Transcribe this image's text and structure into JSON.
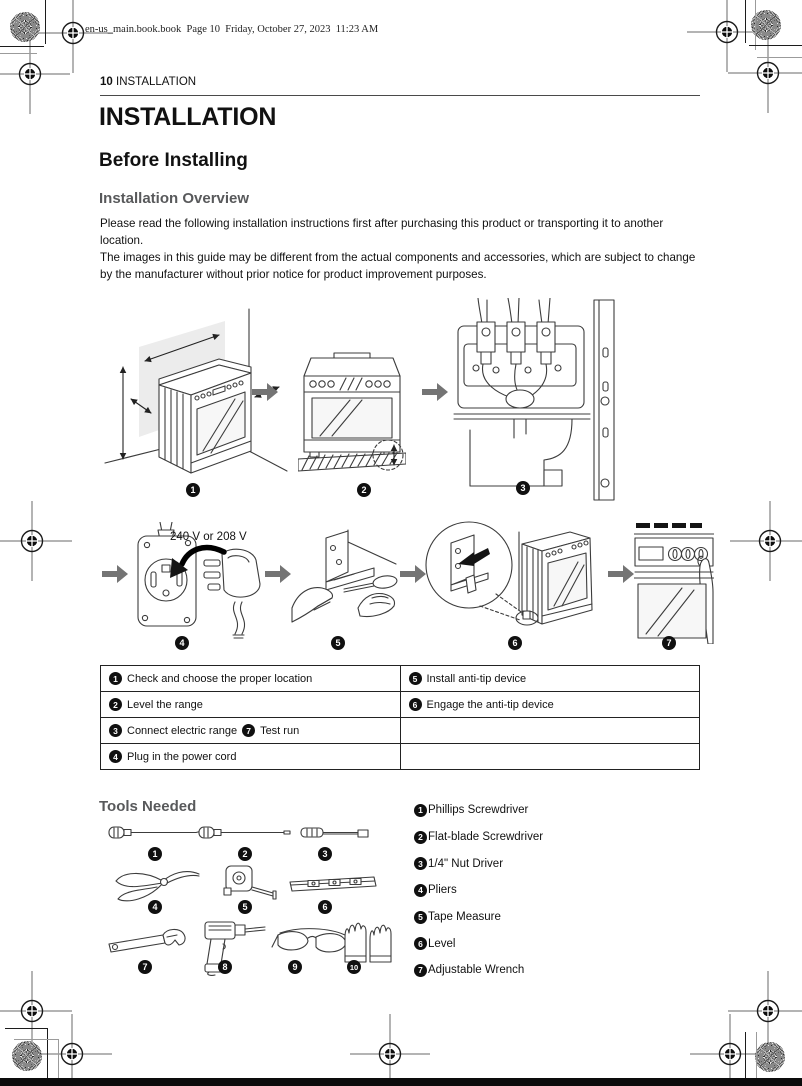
{
  "colors": {
    "heading_gray": "#58595b",
    "arrow_gray": "#747474",
    "badge_black": "#101010"
  },
  "print_header": {
    "text": "en-us_main.book.book  Page 10  Friday, October 27, 2023  11:23 AM"
  },
  "running_header": {
    "page_number": "10",
    "section": "INSTALLATION"
  },
  "content": {
    "title": "INSTALLATION",
    "section_heading": "Before Installing",
    "overview_heading": "Installation Overview",
    "paragraphs": [
      "Please read the following installation instructions first after purchasing this product or transporting it to another location.",
      "The images in this guide may be different from the actual components and accessories, which are subject to change by the manufacturer without prior notice for product improvement purposes."
    ]
  },
  "installation_steps": {
    "badges": [
      "1",
      "2",
      "3",
      "4",
      "5",
      "6",
      "7"
    ],
    "voltage_label": "240 V or 208 V"
  },
  "steps_table": {
    "rows": [
      {
        "left_num": "1",
        "left_text": "Check and choose the proper location",
        "right_num": "5",
        "right_text": "Install anti-tip device"
      },
      {
        "left_num": "2",
        "left_text": "Level the range",
        "right_num": "6",
        "right_text": "Engage the anti-tip device"
      },
      {
        "left_num": "3",
        "left_text": "Connect electric range",
        "left_num2": "7",
        "left_text2": "Test run"
      },
      {
        "left_num": "4",
        "left_text": "Plug in the power cord"
      }
    ]
  },
  "tools": {
    "heading": "Tools Needed",
    "icon_badges": [
      "1",
      "2",
      "3",
      "4",
      "5",
      "6",
      "7",
      "8",
      "9",
      "10"
    ],
    "list": [
      {
        "num": "1",
        "label": "Phillips Screwdriver"
      },
      {
        "num": "2",
        "label": "Flat-blade Screwdriver"
      },
      {
        "num": "3",
        "label": "1/4\" Nut Driver"
      },
      {
        "num": "4",
        "label": "Pliers"
      },
      {
        "num": "5",
        "label": "Tape Measure"
      },
      {
        "num": "6",
        "label": "Level"
      },
      {
        "num": "7",
        "label": "Adjustable Wrench"
      }
    ]
  }
}
